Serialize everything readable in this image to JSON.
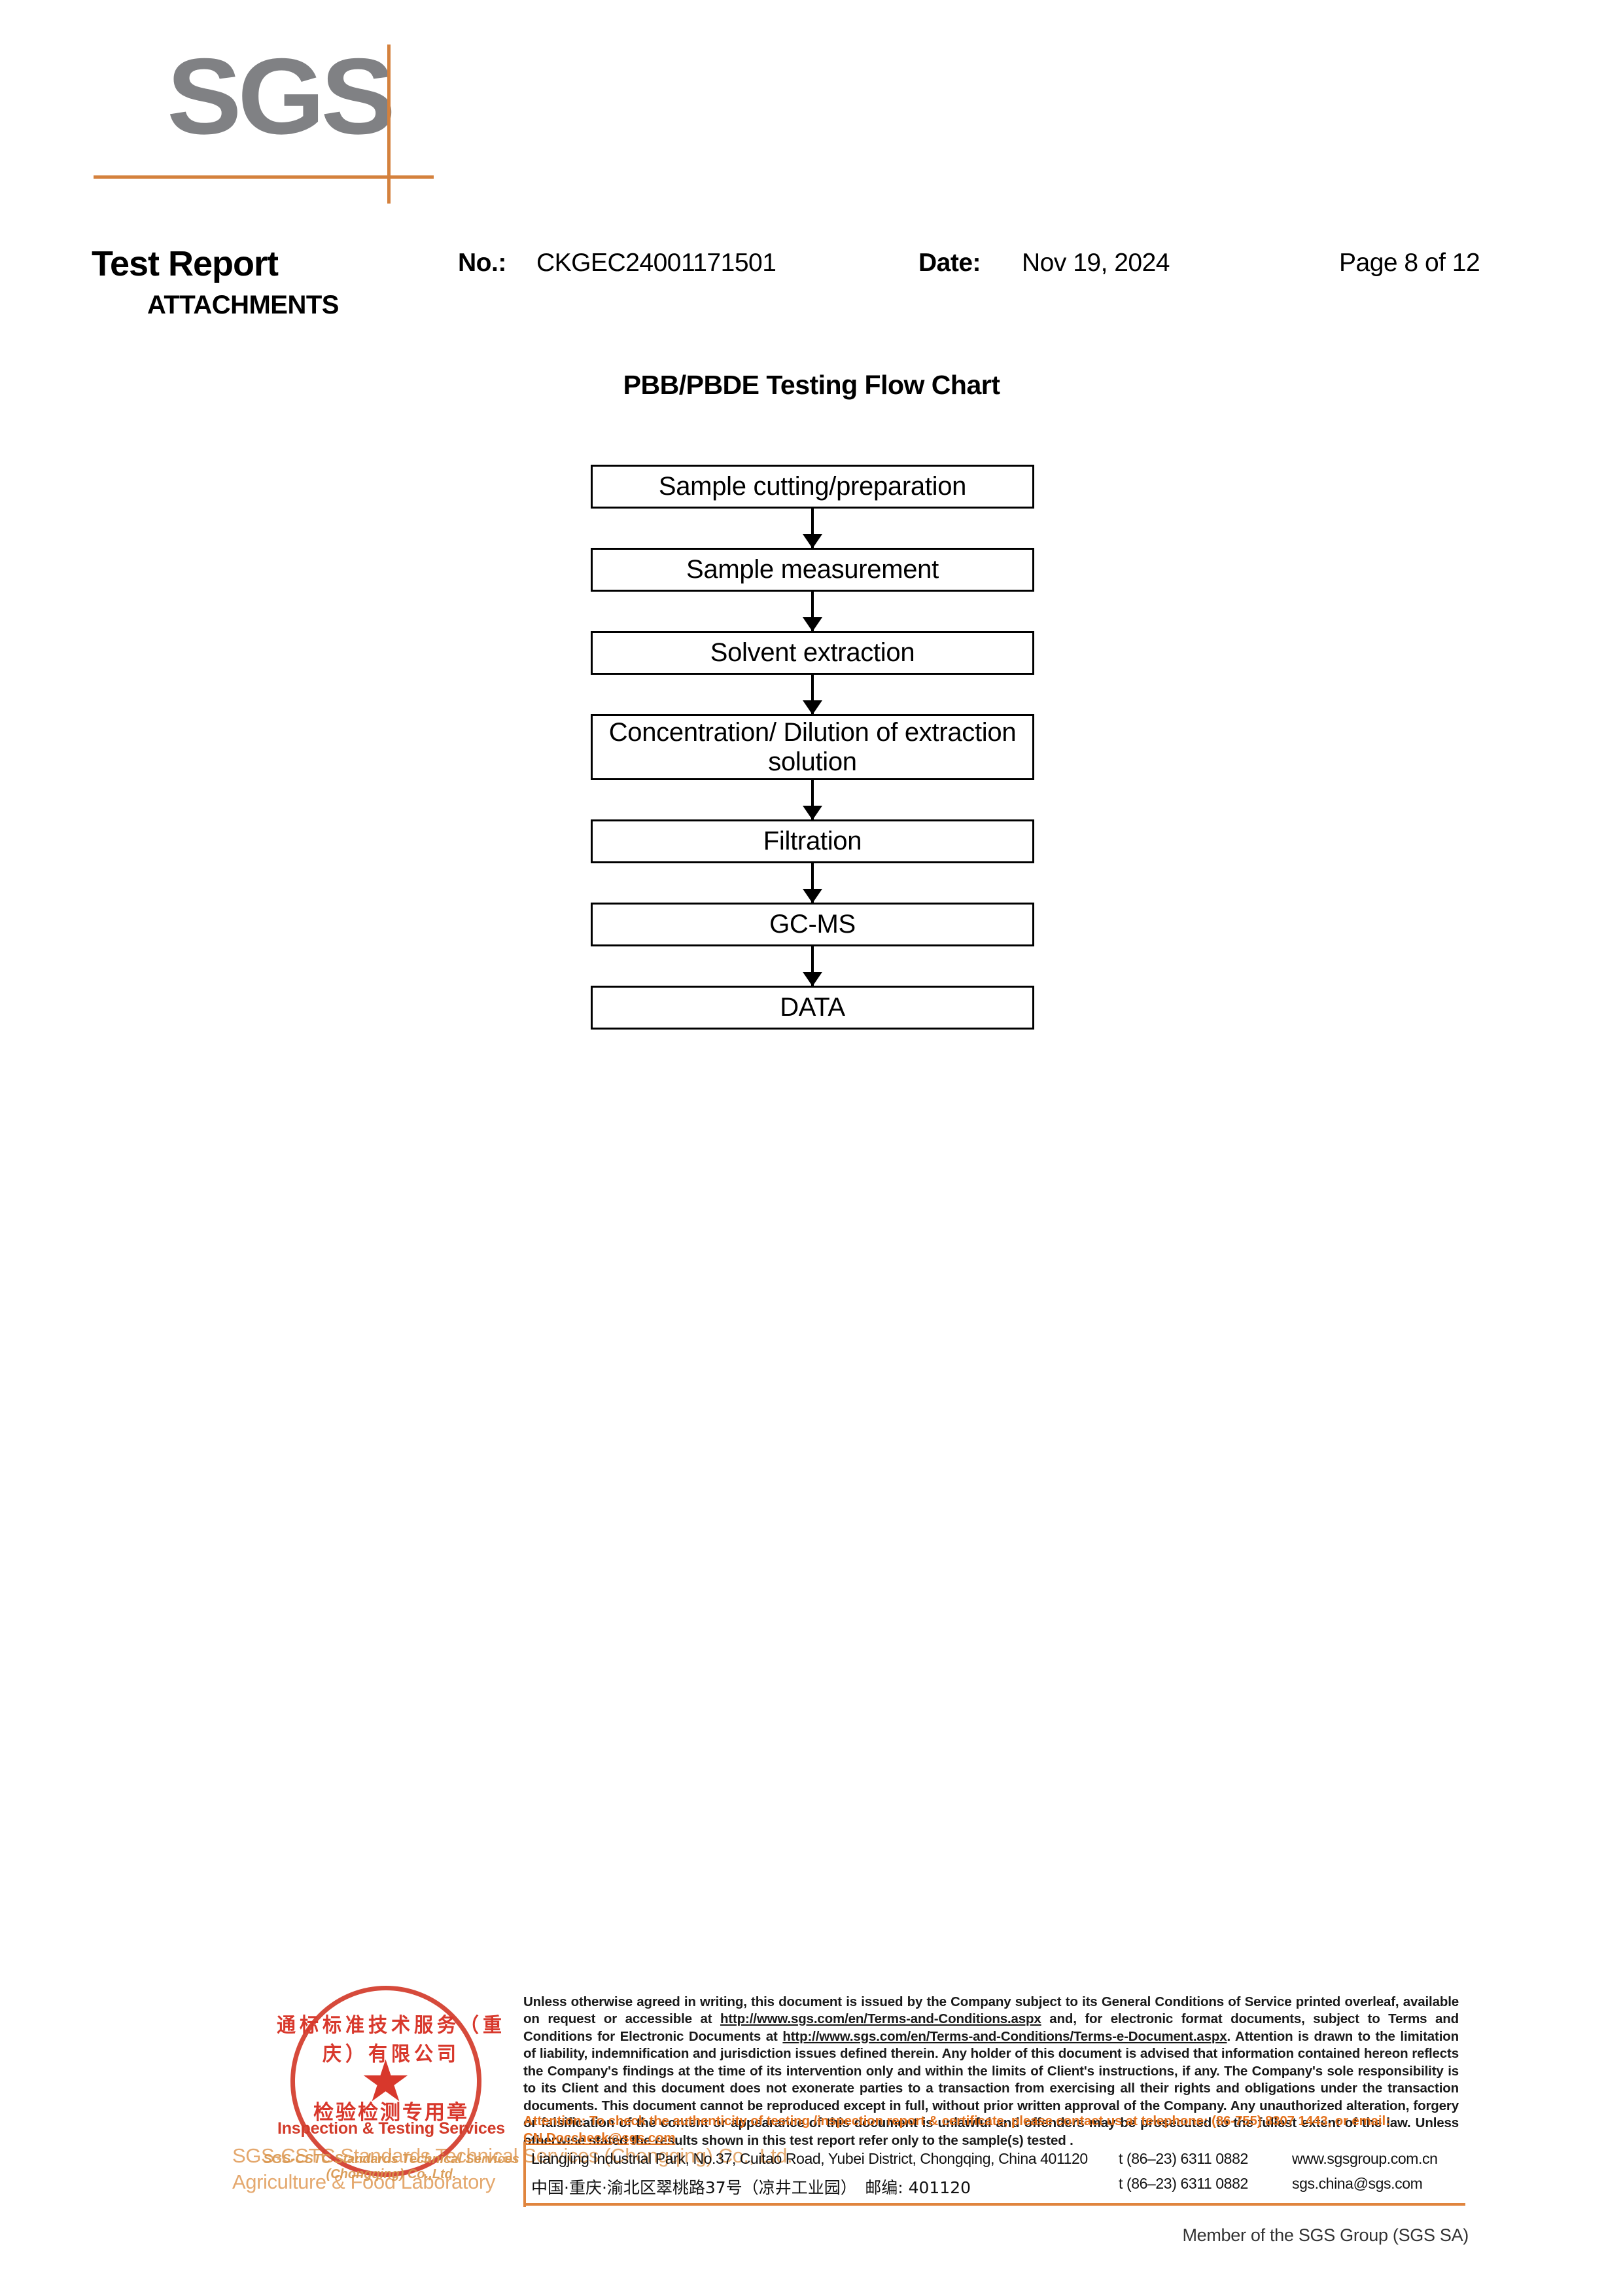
{
  "logo": {
    "text": "SGS",
    "accent_color": "#D4813D",
    "logo_gray": "#808184"
  },
  "header": {
    "title": "Test Report",
    "attachments_label": "ATTACHMENTS",
    "no_label": "No.:",
    "no_value": "CKGEC24001171501",
    "date_label": "Date:",
    "date_value": "Nov 19, 2024",
    "page_value": "Page 8 of 12"
  },
  "chart_data": {
    "type": "flowchart",
    "title": "PBB/PBDE Testing Flow Chart",
    "orientation": "vertical",
    "nodes": [
      "Sample cutting/preparation",
      "Sample measurement",
      "Solvent extraction",
      "Concentration/ Dilution of extraction solution",
      "Filtration",
      "GC-MS",
      "DATA"
    ],
    "edges": [
      [
        "Sample cutting/preparation",
        "Sample measurement"
      ],
      [
        "Sample measurement",
        "Solvent extraction"
      ],
      [
        "Solvent extraction",
        "Concentration/ Dilution of extraction solution"
      ],
      [
        "Concentration/ Dilution of extraction solution",
        "Filtration"
      ],
      [
        "Filtration",
        "GC-MS"
      ],
      [
        "GC-MS",
        "DATA"
      ]
    ]
  },
  "seal": {
    "arc_top_cn": "通标标准技术服务（重庆）有限公司",
    "center_cn": "检验检测专用章",
    "center_en": "Inspection & Testing Services",
    "arc_bottom_en": "SGS-CSTC Standards Technical Services (Chongqing) Co.,Ltd.",
    "star": "★",
    "color": "#D23B2A"
  },
  "watermark": {
    "line1": "SGS-CSTC Standards Technical Services (Chongqing) Co., Ltd.",
    "line2": "Agriculture & Food Laboratory",
    "color": "#E09A55"
  },
  "footer": {
    "legal_parts": {
      "p1": "Unless otherwise agreed in writing, this document is issued by the Company subject to its General Conditions of Service printed overleaf, available on request or accessible at ",
      "url1": "http://www.sgs.com/en/Terms-and-Conditions.aspx",
      "p2": " and, for electronic format documents, subject to Terms and Conditions for Electronic Documents at ",
      "url2": "http://www.sgs.com/en/Terms-and-Conditions/Terms-e-Document.aspx",
      "p3": ". Attention is drawn to the limitation of liability, indemnification and jurisdiction issues defined therein. Any holder of this document is advised that information contained hereon reflects the Company's findings at the time of its intervention only and within the limits of Client's instructions, if any. The Company's sole responsibility is to its Client and this document does not exonerate parties to a transaction from exercising all their rights and obligations under the transaction documents. This document cannot be reproduced except in full, without prior written approval of the Company. Any unauthorized alteration, forgery or falsification of the content or appearance of this document is unlawful and offenders may be prosecuted to the fullest extent of the law. Unless otherwise stated the results shown in this test report refer only to the sample(s) tested ."
    },
    "attention_text": "Attention: To check the authenticity of testing /inspection report & certificate, please contact us at telephone: (86-755) 8307 1443, or email: ",
    "attention_email": "CN.Doccheck@sgs.com",
    "attention_color": "#E2711D",
    "address_en": "Liangjing Industrial Park, No.37, Cuitao Road, Yubei District, Chongqing, China  401120",
    "address_cn": "中国·重庆·渝北区翠桃路37号（凉井工业园）　邮编: 401120",
    "tel_line1": "t (86–23) 6311 0882",
    "tel_line2": "t (86–23) 6311 0882",
    "web_line1": "www.sgsgroup.com.cn",
    "web_line2": "sgs.china@sgs.com",
    "member_line": "Member of the SGS Group (SGS SA)",
    "rule_color": "#E0853E"
  }
}
